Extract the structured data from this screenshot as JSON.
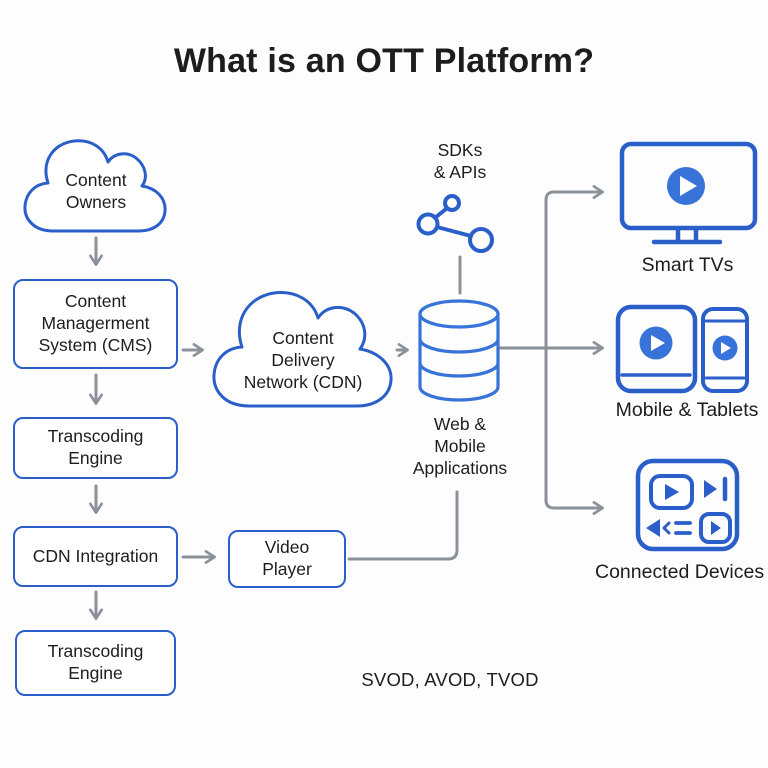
{
  "title": "What is an OTT Platform?",
  "colors": {
    "accent_blue": "#2a5fc9",
    "play_blue": "#3873d9",
    "connector_gray": "#8b9199",
    "text_color": "#1d1d1f",
    "bg": "#fdfdfd"
  },
  "nodes": {
    "content_owners": "Content\nOwners",
    "cms": "Content\nManagerment\nSystem (CMS)",
    "transcoding_engine_top": "Transcoding\nEngine",
    "cdn_integration": "CDN Integration",
    "transcoding_engine_bottom": "Transcoding\nEngine",
    "cdn_cloud": "Content\nDelivery\nNetwork (CDN)",
    "video_player": "Video\nPlayer",
    "sdks_apis": "SDKs\n& APIs",
    "web_mobile_apps": "Web &\nMobile\nApplications"
  },
  "devices": {
    "smart_tvs": "Smart TVs",
    "mobile_tablets": "Mobile & Tablets",
    "connected_devices": "Connected Devices"
  },
  "footer_note": "SVOD, AVOD, TVOD",
  "icons": {
    "content_owners": "cloud-icon",
    "cdn_cloud": "cloud-icon",
    "sdks_apis": "share-nodes-icon",
    "web_mobile_apps": "database-icon",
    "smart_tvs": "tv-play-icon",
    "mobile_tablets": "tablet-phone-play-icon",
    "connected_devices": "remote-control-icon"
  }
}
